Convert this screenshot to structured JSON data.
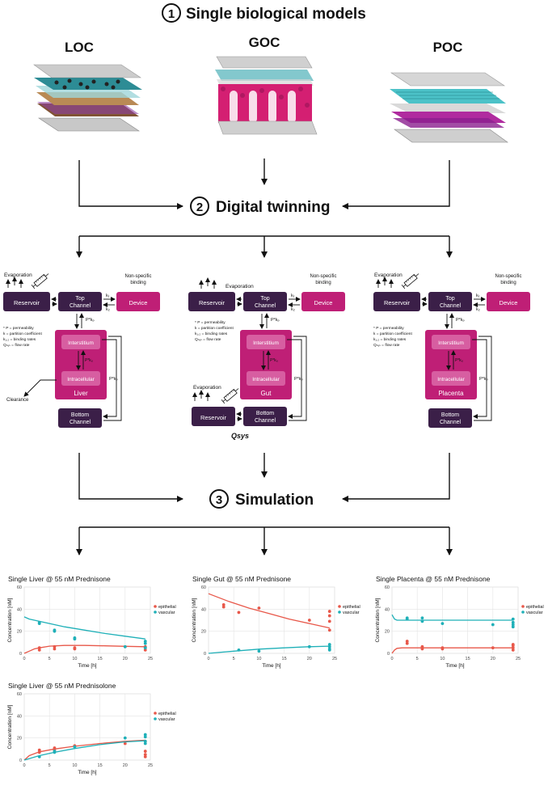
{
  "steps": [
    {
      "number": "1",
      "label": "Single biological models"
    },
    {
      "number": "2",
      "label": "Digital twinning"
    },
    {
      "number": "3",
      "label": "Simulation"
    }
  ],
  "models": [
    {
      "name": "LOC"
    },
    {
      "name": "GOC"
    },
    {
      "name": "POC"
    }
  ],
  "colors": {
    "node_dark": "#3b1f48",
    "node_magenta": "#bf1f76",
    "node_inner": "#d75ea1",
    "epithelial": "#e8584a",
    "vascular": "#1fb0b8",
    "grid_bg": "#ebebeb"
  },
  "twin_common": {
    "evaporation": "Evaporation",
    "reservoir": "Reservoir",
    "top_channel_1": "Top",
    "top_channel_2": "Channel",
    "device": "Device",
    "nonspecific_1": "Non-specific",
    "nonspecific_2": "binding",
    "k1": "k₁",
    "k2": "k₂",
    "pkp": "P*kₚ",
    "pku": "P*kᵤ",
    "interstitium": "Interstitium",
    "intracellular": "Intracellular",
    "bottom_channel_1": "Bottom",
    "bottom_channel_2": "Channel",
    "legend_1": "* P = permeability",
    "legend_2": "k = partition coefficient",
    "legend_3": "k₁,₂ = binding rates",
    "legend_4": "Qₛᵧₛ = flow rate",
    "clearance": "Clearance",
    "qsys": "Qsys"
  },
  "twins": [
    {
      "organ": "Liver"
    },
    {
      "organ": "Gut"
    },
    {
      "organ": "Placenta"
    }
  ],
  "chart_data": [
    {
      "type": "scatter",
      "title": "Single Liver @ 55 nM Prednisone",
      "xlabel": "Time [h]",
      "ylabel": "Concentration [nM]",
      "xlim": [
        0,
        25
      ],
      "ylim": [
        0,
        60
      ],
      "xticks": [
        0,
        5,
        10,
        15,
        20,
        25
      ],
      "yticks": [
        0,
        20,
        40,
        60
      ],
      "legend": "right",
      "series": [
        {
          "name": "epithelial",
          "color": "#e8584a",
          "points": [
            [
              3,
              3
            ],
            [
              3,
              5
            ],
            [
              6,
              4
            ],
            [
              6,
              6
            ],
            [
              10,
              5
            ],
            [
              10,
              4
            ],
            [
              20,
              6
            ],
            [
              24,
              3
            ],
            [
              24,
              5
            ],
            [
              24,
              6
            ]
          ],
          "fit": [
            [
              0,
              0
            ],
            [
              1,
              2
            ],
            [
              2,
              4
            ],
            [
              3,
              5
            ],
            [
              5,
              6.5
            ],
            [
              8,
              7.2
            ],
            [
              12,
              7.2
            ],
            [
              16,
              6.8
            ],
            [
              20,
              6.4
            ],
            [
              24,
              6
            ]
          ]
        },
        {
          "name": "vascular",
          "color": "#1fb0b8",
          "points": [
            [
              3,
              28
            ],
            [
              3,
              27
            ],
            [
              6,
              21
            ],
            [
              6,
              20
            ],
            [
              10,
              14
            ],
            [
              10,
              13
            ],
            [
              20,
              6
            ],
            [
              24,
              11
            ],
            [
              24,
              9
            ],
            [
              24,
              5
            ]
          ],
          "fit": [
            [
              0,
              33
            ],
            [
              1,
              31
            ],
            [
              2,
              30
            ],
            [
              4,
              28
            ],
            [
              8,
              24
            ],
            [
              12,
              21
            ],
            [
              16,
              18
            ],
            [
              20,
              15.5
            ],
            [
              24,
              13
            ]
          ]
        }
      ]
    },
    {
      "type": "scatter",
      "title": "Single Gut @ 55 nM Prednisone",
      "xlabel": "Time [h]",
      "ylabel": "Concentration [nM]",
      "xlim": [
        0,
        25
      ],
      "ylim": [
        0,
        60
      ],
      "xticks": [
        0,
        5,
        10,
        15,
        20,
        25
      ],
      "yticks": [
        0,
        20,
        40,
        60
      ],
      "legend": "right",
      "series": [
        {
          "name": "epithelial",
          "color": "#e8584a",
          "points": [
            [
              3,
              44
            ],
            [
              3,
              42
            ],
            [
              6,
              37
            ],
            [
              10,
              41
            ],
            [
              20,
              30
            ],
            [
              24,
              38
            ],
            [
              24,
              34
            ],
            [
              24,
              29
            ],
            [
              24,
              21
            ]
          ],
          "fit": [
            [
              0,
              54
            ],
            [
              4,
              47
            ],
            [
              8,
              41
            ],
            [
              12,
              36
            ],
            [
              16,
              31
            ],
            [
              20,
              27
            ],
            [
              24,
              23
            ]
          ]
        },
        {
          "name": "vascular",
          "color": "#1fb0b8",
          "points": [
            [
              6,
              3
            ],
            [
              10,
              2
            ],
            [
              20,
              6
            ],
            [
              24,
              6
            ],
            [
              24,
              8
            ],
            [
              24,
              4
            ],
            [
              24,
              3
            ]
          ],
          "fit": [
            [
              0,
              0
            ],
            [
              2,
              0.8
            ],
            [
              5,
              2
            ],
            [
              10,
              3.8
            ],
            [
              15,
              5
            ],
            [
              20,
              6
            ],
            [
              24,
              6.5
            ]
          ]
        }
      ]
    },
    {
      "type": "scatter",
      "title": "Single Placenta @ 55 nM Prednisone",
      "xlabel": "Time [h]",
      "ylabel": "Concentration [nM]",
      "xlim": [
        0,
        25
      ],
      "ylim": [
        0,
        60
      ],
      "xticks": [
        0,
        5,
        10,
        15,
        20,
        25
      ],
      "yticks": [
        0,
        20,
        40,
        60
      ],
      "legend": "right",
      "series": [
        {
          "name": "epithelial",
          "color": "#e8584a",
          "points": [
            [
              3,
              9
            ],
            [
              3,
              11
            ],
            [
              6,
              4
            ],
            [
              6,
              6
            ],
            [
              10,
              5
            ],
            [
              10,
              4
            ],
            [
              20,
              5
            ],
            [
              24,
              3
            ],
            [
              24,
              5
            ],
            [
              24,
              7
            ],
            [
              24,
              8
            ]
          ],
          "fit": [
            [
              0,
              0
            ],
            [
              0.5,
              3
            ],
            [
              1,
              4.5
            ],
            [
              2,
              5
            ],
            [
              6,
              5
            ],
            [
              12,
              5
            ],
            [
              18,
              5
            ],
            [
              24,
              5
            ]
          ]
        },
        {
          "name": "vascular",
          "color": "#1fb0b8",
          "points": [
            [
              3,
              32
            ],
            [
              3,
              31
            ],
            [
              6,
              32
            ],
            [
              6,
              29
            ],
            [
              10,
              27
            ],
            [
              20,
              26
            ],
            [
              24,
              31
            ],
            [
              24,
              28
            ],
            [
              24,
              26
            ],
            [
              24,
              24
            ]
          ],
          "fit": [
            [
              0,
              35
            ],
            [
              0.5,
              31
            ],
            [
              1,
              30
            ],
            [
              3,
              30
            ],
            [
              10,
              30
            ],
            [
              18,
              30
            ],
            [
              24,
              30
            ]
          ]
        }
      ]
    },
    {
      "type": "scatter",
      "title": "Single Liver @ 55 nM Prednisolone",
      "xlabel": "Time [h]",
      "ylabel": "Concentration [nM]",
      "xlim": [
        0,
        25
      ],
      "ylim": [
        0,
        60
      ],
      "xticks": [
        0,
        5,
        10,
        15,
        20,
        25
      ],
      "yticks": [
        0,
        20,
        40,
        60
      ],
      "legend": "right",
      "series": [
        {
          "name": "epithelial",
          "color": "#e8584a",
          "points": [
            [
              3,
              9
            ],
            [
              3,
              7
            ],
            [
              6,
              11
            ],
            [
              6,
              9
            ],
            [
              10,
              13
            ],
            [
              20,
              15
            ],
            [
              24,
              17
            ],
            [
              24,
              8
            ],
            [
              24,
              5
            ],
            [
              24,
              3
            ]
          ],
          "fit": [
            [
              0,
              0
            ],
            [
              1,
              4
            ],
            [
              3,
              7.5
            ],
            [
              6,
              10
            ],
            [
              10,
              12.5
            ],
            [
              15,
              15
            ],
            [
              20,
              17
            ],
            [
              24,
              18
            ]
          ]
        },
        {
          "name": "vascular",
          "color": "#1fb0b8",
          "points": [
            [
              3,
              3
            ],
            [
              6,
              7
            ],
            [
              6,
              8
            ],
            [
              10,
              12
            ],
            [
              20,
              20
            ],
            [
              24,
              23
            ],
            [
              24,
              21
            ],
            [
              24,
              17
            ],
            [
              24,
              15
            ]
          ],
          "fit": [
            [
              0,
              0
            ],
            [
              3,
              4
            ],
            [
              6,
              7
            ],
            [
              10,
              10.5
            ],
            [
              15,
              14
            ],
            [
              20,
              16.5
            ],
            [
              24,
              17.5
            ]
          ]
        }
      ]
    }
  ]
}
